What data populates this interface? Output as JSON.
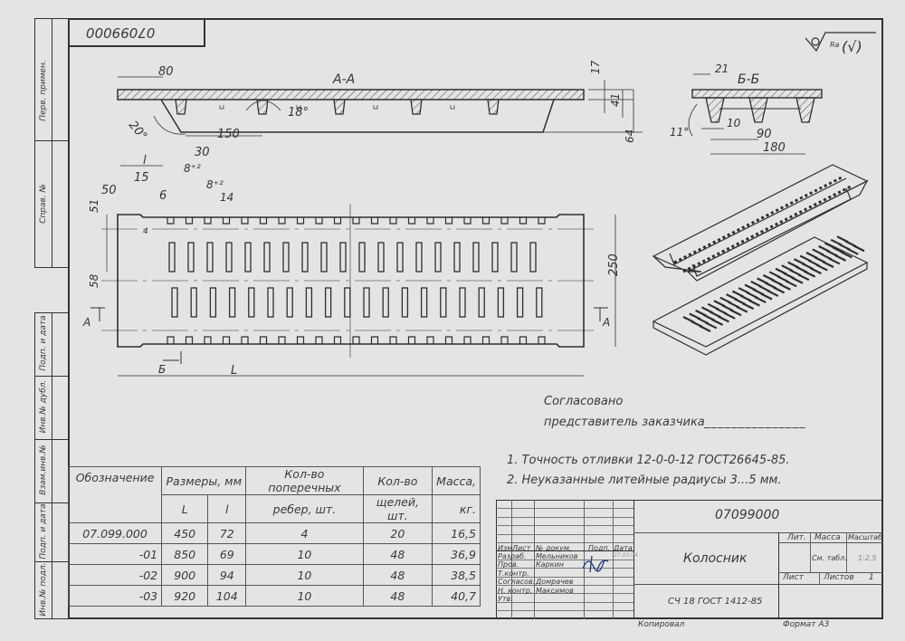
{
  "stamp": "07099000",
  "margin_labels": [
    "Перв. примен.",
    "Справ. №",
    "Подп. и дата",
    "Инв.№ дубл.",
    "Взам.инв.№",
    "Подп. и дата",
    "Инв.№ подл."
  ],
  "roughness": {
    "symbol": "Ra",
    "check": "(√)"
  },
  "section_aa": {
    "label": "А-А",
    "dims": [
      "80",
      "17",
      "41",
      "64",
      "20°",
      "18°",
      "150"
    ]
  },
  "section_bb": {
    "label": "Б-Б",
    "dims": [
      "21",
      "11°",
      "10",
      "90",
      "180"
    ]
  },
  "plan": {
    "dims": [
      "l",
      "30",
      "15",
      "8⁺²",
      "8⁺²",
      "6",
      "50",
      "14",
      "51",
      "4",
      "58",
      "250",
      "L"
    ],
    "cut_a": "А",
    "cut_b": "Б"
  },
  "approval": {
    "line1": "Согласовано",
    "line2": "представитель заказчика",
    "blank": "_______________"
  },
  "notes": [
    "1.  Точность отливки 12-0-0-12 ГОСТ26645-85.",
    "2.  Неуказанные литейные радиусы 3...5 мм."
  ],
  "spec_table": {
    "headers": {
      "designation": "Обозначение",
      "sizes": "Размеры, мм",
      "L": "L",
      "l": "l",
      "ribs": "Кол-во поперечных",
      "ribs2": "ребер, шт.",
      "slots": "Кол-во",
      "slots2": "щелей, шт.",
      "mass": "Масса,",
      "mass2": "кг."
    },
    "rows": [
      [
        "07.099.000",
        "450",
        "72",
        "4",
        "20",
        "16,5"
      ],
      [
        "-01",
        "850",
        "69",
        "10",
        "48",
        "36,9"
      ],
      [
        "-02",
        "900",
        "94",
        "10",
        "48",
        "38,5"
      ],
      [
        "-03",
        "920",
        "104",
        "10",
        "48",
        "40,7"
      ]
    ]
  },
  "title_block": {
    "designation": "07099000",
    "name": "Колосник",
    "material": "СЧ 18 ГОСТ 1412-85",
    "col_headers": [
      "Изм",
      "Лист",
      "№ докум.",
      "Подп.",
      "Дата"
    ],
    "roles": [
      {
        "role": "Разраб.",
        "name": "Мельников",
        "date": "27.03.04"
      },
      {
        "role": "Пров.",
        "name": "Каркин"
      },
      {
        "role": "Т.контр.",
        "name": ""
      },
      {
        "role": "Согласов.",
        "name": "Домрачев"
      },
      {
        "role": "Н. контр.",
        "name": "Максимов"
      },
      {
        "role": "Утв.",
        "name": ""
      }
    ],
    "lit": "Лит.",
    "mass": "Масса",
    "scale": "Масштаб",
    "mass_value": "См. табл.",
    "scale_value": "1:2,5",
    "sheet": "Лист",
    "sheets": "Листов",
    "sheets_value": "1",
    "copied": "Копировал",
    "format": "Формат А3"
  }
}
